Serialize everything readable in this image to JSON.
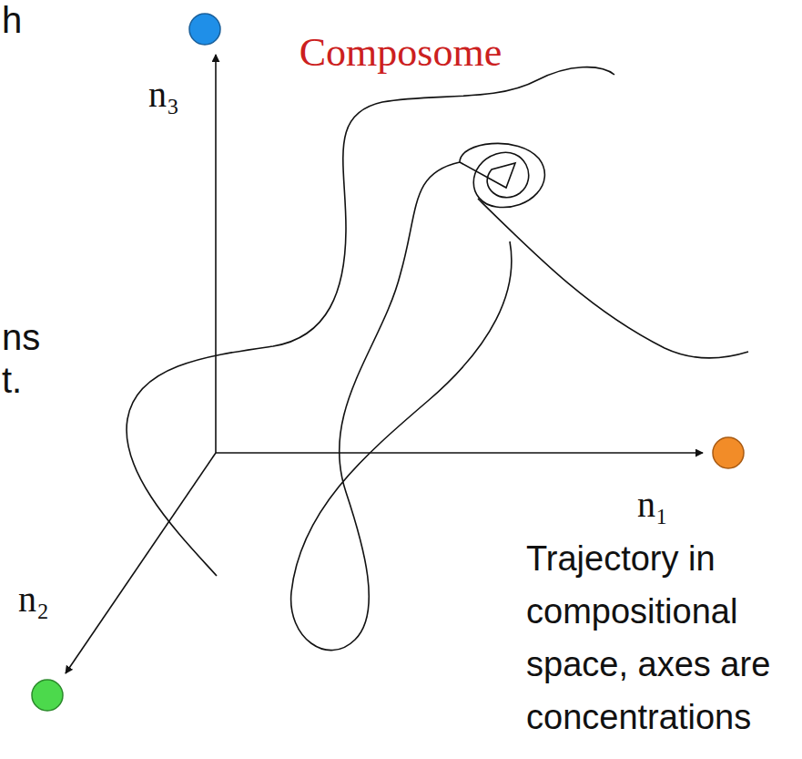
{
  "diagram": {
    "nodes": [
      {
        "text": [
          "Composome"
        ]
      }
    ],
    "labels": [
      "h",
      "ns",
      "t.",
      "n₃",
      "n₁",
      "n₂",
      "Trajectory in compositional space, axes are concentrations"
    ]
  }
}
